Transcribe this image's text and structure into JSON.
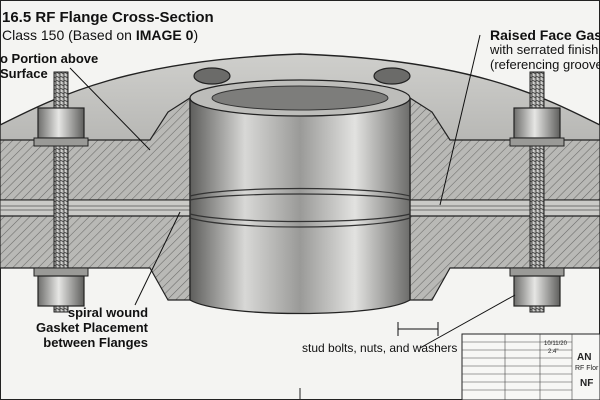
{
  "title": {
    "line1": "16.5 RF Flange Cross-Section",
    "line2_prefix": "Class 150 (Based on ",
    "line2_bold": "IMAGE 0",
    "line2_suffix": ")"
  },
  "callouts": {
    "left_note": [
      "o Portion above",
      "Surface"
    ],
    "right_note_title": "Raised Face Gasket",
    "right_note_lines": [
      "with serrated finish pro",
      "(referencing grooves in"
    ],
    "gasket": [
      "spiral wound",
      "Gasket Placement",
      "between Flanges"
    ],
    "studs": "stud bolts, nuts, and washers"
  },
  "title_block": {
    "date": "10/11/20",
    "size": "2.4\"",
    "corner_lines": [
      "AN",
      "RF Flor",
      "NF"
    ]
  },
  "colors": {
    "steel_light": "#d9d9d6",
    "steel_mid": "#a9a9a6",
    "steel_dark": "#6e6e6b",
    "hatch": "#555555",
    "line": "#1a1a1a"
  }
}
